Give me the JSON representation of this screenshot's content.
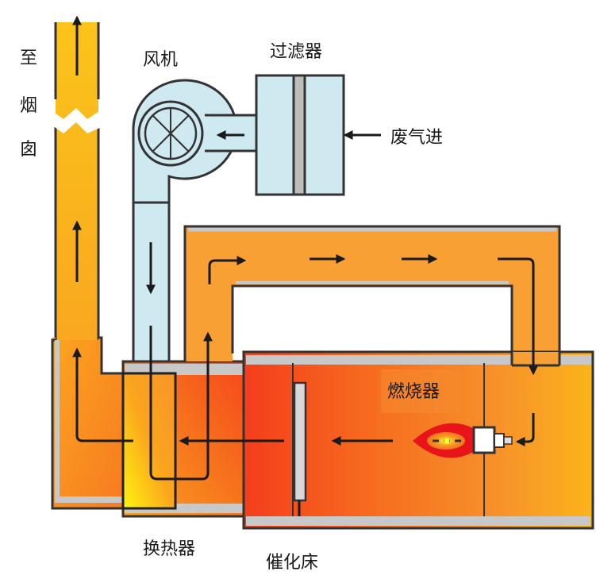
{
  "title": "催化燃烧废气处理流程示意图",
  "labels": {
    "chimney": [
      "至",
      "烟",
      "囱"
    ],
    "fan": "风机",
    "filter": "过滤器",
    "exhaust_in": "废气进",
    "burner": "燃烧器",
    "heat_exchanger": "换热器",
    "catalytic_bed": "催化床"
  },
  "colors": {
    "duct_blue": "#cfe9f0",
    "hot_red": "#f4431c",
    "warm_orange": "#f7962a",
    "yellow": "#fbc41a",
    "wall_gray": "#c8c8c8",
    "outline": "#333333",
    "flame_red": "#e8141a"
  },
  "icons": {
    "fan": "fan-icon",
    "flame": "flame-icon",
    "burner_nozzle": "burner-nozzle-icon",
    "filter_element": "filter-element-icon",
    "catalyst_plate": "catalyst-plate-icon"
  }
}
